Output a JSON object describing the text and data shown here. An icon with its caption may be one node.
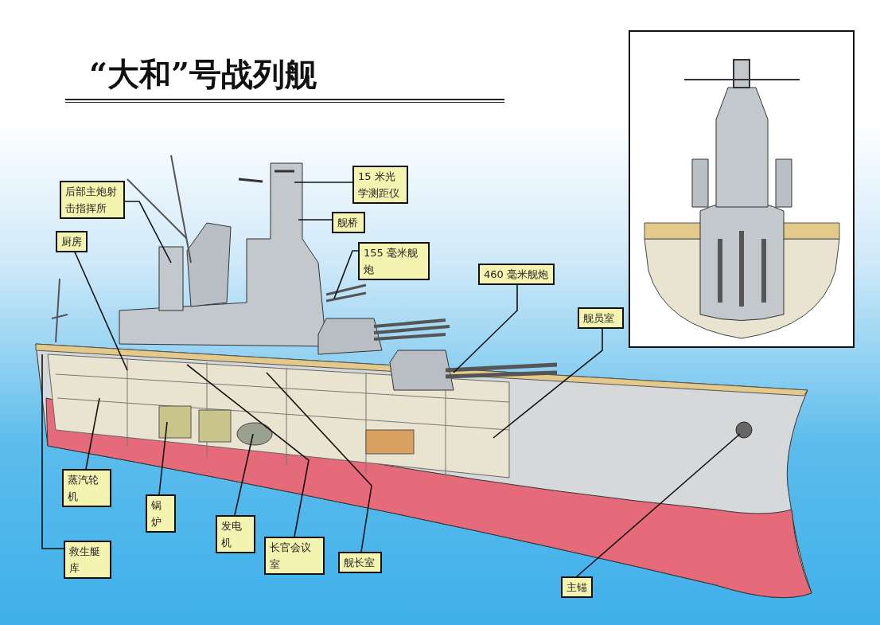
{
  "diagram": {
    "title": "“大和”号战列舰",
    "nodes": [
      {
        "text": [
          "15 米光学测距仪"
        ]
      },
      {
        "text": [
          "后部主炮射击指挥所"
        ]
      },
      {
        "text": [
          "舰桥"
        ]
      },
      {
        "text": [
          "厨房"
        ]
      },
      {
        "text": [
          "155 毫米舰炮"
        ]
      },
      {
        "text": [
          "460 毫米舰炮"
        ]
      },
      {
        "text": [
          "舰员室"
        ]
      },
      {
        "text": [
          "蒸汽轮机"
        ]
      },
      {
        "text": [
          "锅炉"
        ]
      },
      {
        "text": [
          "发电机"
        ]
      },
      {
        "text": [
          "救生艇库"
        ]
      },
      {
        "text": [
          "长官会议室"
        ]
      },
      {
        "text": [
          "舰长室"
        ]
      },
      {
        "text": [
          "主锚"
        ]
      }
    ],
    "edges": [
      {
        "from": 0,
        "to": null,
        "arrow": "none"
      },
      {
        "from": 1,
        "to": null,
        "arrow": "none"
      },
      {
        "from": 2,
        "to": null,
        "arrow": "none"
      },
      {
        "from": 3,
        "to": null,
        "arrow": "none"
      },
      {
        "from": 4,
        "to": null,
        "arrow": "none"
      },
      {
        "from": 5,
        "to": null,
        "arrow": "none"
      },
      {
        "from": 6,
        "to": null,
        "arrow": "none"
      },
      {
        "from": 7,
        "to": null,
        "arrow": "none"
      },
      {
        "from": 8,
        "to": null,
        "arrow": "none"
      },
      {
        "from": 9,
        "to": null,
        "arrow": "none"
      },
      {
        "from": 10,
        "to": null,
        "arrow": "none"
      },
      {
        "from": 11,
        "to": null,
        "arrow": "none"
      },
      {
        "from": 12,
        "to": null,
        "arrow": "none"
      },
      {
        "from": 13,
        "to": null,
        "arrow": "none"
      }
    ]
  }
}
